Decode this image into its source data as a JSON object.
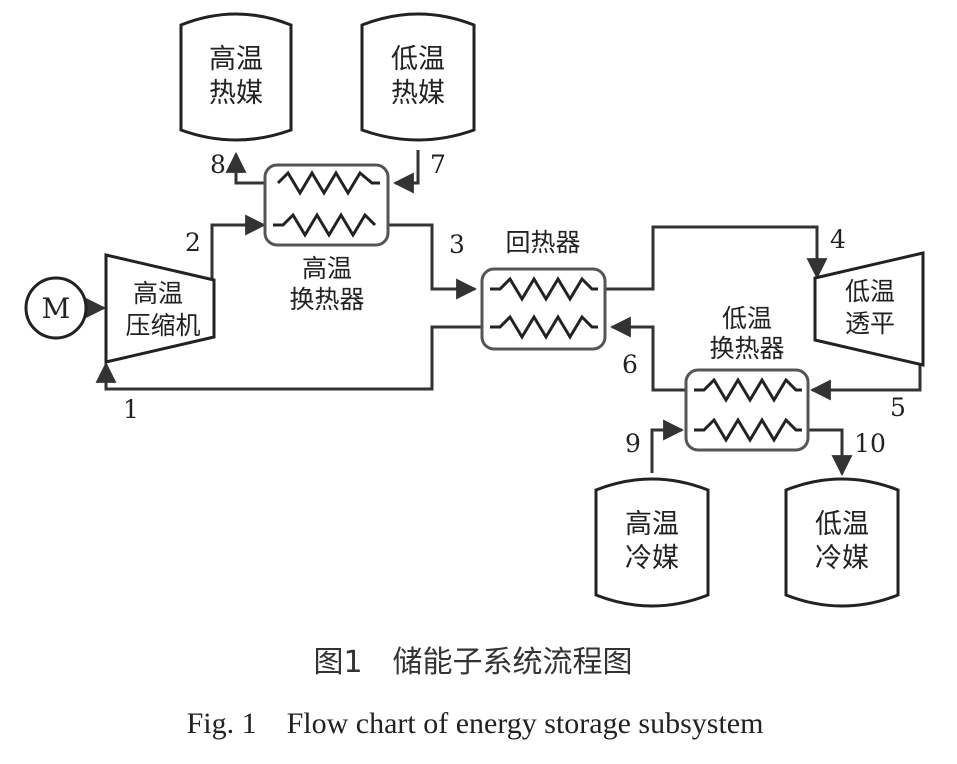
{
  "tanks": {
    "hot_heat_medium": [
      "高温",
      "热媒"
    ],
    "cold_heat_medium": [
      "低温",
      "热媒"
    ],
    "hot_cold_medium": [
      "高温",
      "冷媒"
    ],
    "cold_cold_medium": [
      "低温",
      "冷媒"
    ]
  },
  "components": {
    "motor": "M",
    "compressor": [
      "高温",
      "压缩机"
    ],
    "expander": [
      "低温",
      "透平"
    ],
    "hx_high": [
      "高温",
      "换热器"
    ],
    "hx_low": [
      "低温",
      "换热器"
    ],
    "recuperator": "回热器"
  },
  "states": [
    "1",
    "2",
    "3",
    "4",
    "5",
    "6",
    "7",
    "8",
    "9",
    "10"
  ],
  "caption": {
    "cn": "图1　储能子系统流程图",
    "en": "Fig. 1　Flow chart of energy storage subsystem"
  },
  "colors": {
    "line": "#333333",
    "hx_border": "#555555"
  }
}
